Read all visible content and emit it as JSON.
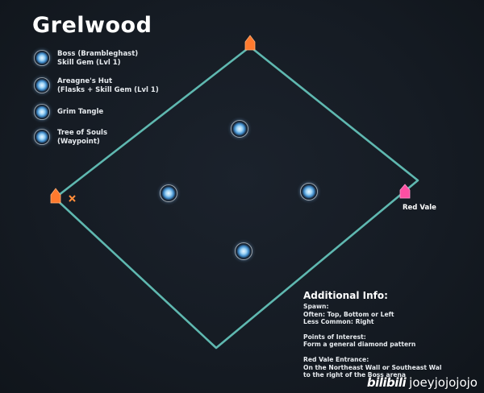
{
  "map": {
    "title": "Grelwood",
    "colors": {
      "boundary": "#5fb8b0",
      "entrance_marker": "#ff7a2e",
      "exit_marker": "#ff4fa3",
      "background": "#151b23"
    },
    "legend": [
      {
        "icon": "skill-gem-orb-icon",
        "lines": [
          "Boss (Brambleghast)",
          "Skill Gem (Lvl 1)"
        ]
      },
      {
        "icon": "skill-gem-orb-icon",
        "lines": [
          "Areagne's Hut",
          "(Flasks + Skill Gem (Lvl 1)"
        ]
      },
      {
        "icon": "skill-gem-orb-icon",
        "lines": [
          "Grim Tangle"
        ]
      },
      {
        "icon": "skill-gem-orb-icon",
        "lines": [
          "Tree of Souls",
          "(Waypoint)"
        ]
      }
    ],
    "markers": {
      "red_vale_label": "Red Vale"
    },
    "info": {
      "heading": "Additional Info:",
      "sections": [
        {
          "title": "Spawn:",
          "lines": [
            "Often: Top, Bottom or Left",
            "Less Common: Right"
          ]
        },
        {
          "title": "Points of Interest:",
          "lines": [
            "Form a general diamond pattern"
          ]
        },
        {
          "title": "Red Vale Entrance:",
          "lines": [
            "On the Northeast Wall or Southeast Wal",
            "to the right of the Boss arena"
          ]
        }
      ]
    },
    "watermark": {
      "logo": "bilibili",
      "user": "joeyjojojojo"
    }
  }
}
